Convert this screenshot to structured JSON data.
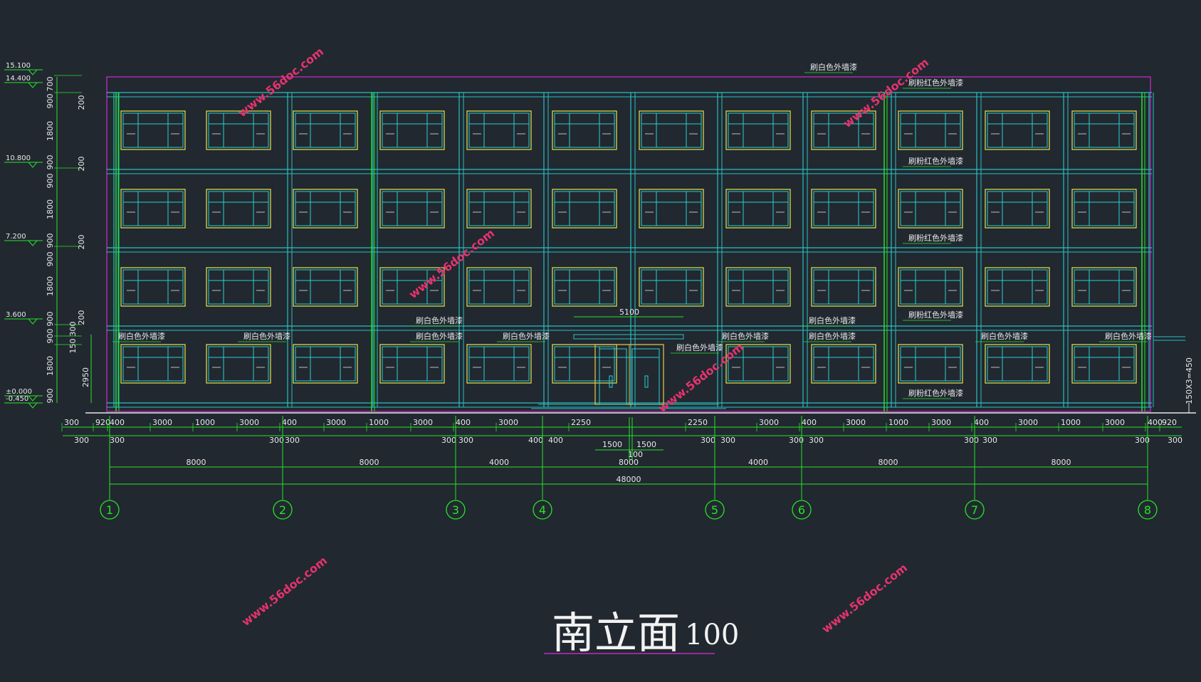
{
  "drawing": {
    "title": "南立面",
    "scale_text": "100",
    "elevations": [
      "15.100",
      "14.400",
      "10.800",
      "7.200",
      "3.600",
      "±0.000",
      "-0.450"
    ],
    "left_dims": [
      "700",
      "900",
      "1800",
      "900",
      "900",
      "1800",
      "900",
      "900",
      "1800",
      "900",
      "900",
      "1800",
      "900"
    ],
    "left_dims_small": [
      "200",
      "200",
      "200",
      "200",
      "300",
      "150",
      "2950"
    ],
    "right_dim": "150X3=450",
    "top_dims": [
      "300",
      "920",
      "400",
      "3000",
      "1000",
      "3000",
      "400",
      "3000",
      "1000",
      "3000",
      "400",
      "3000",
      "2250",
      "2250",
      "3000",
      "400",
      "3000",
      "1000",
      "3000",
      "400",
      "3000",
      "1000",
      "3000",
      "400",
      "920"
    ],
    "second_dims": [
      "300",
      "300",
      "300",
      "300",
      "300",
      "300",
      "400",
      "400",
      "300",
      "300",
      "300",
      "300",
      "300",
      "300",
      "300",
      "300"
    ],
    "door_dims": {
      "left": "1500",
      "right": "1500",
      "mid": "100",
      "canopy": "5100"
    },
    "bay_dims": [
      "8000",
      "8000",
      "4000",
      "8000",
      "4000",
      "8000",
      "8000"
    ],
    "total_dim": "48000",
    "axes": [
      "1",
      "2",
      "3",
      "4",
      "5",
      "6",
      "7",
      "8"
    ],
    "notes": {
      "white": "刷白色外墙漆",
      "pink": "刷粉红色外墙漆"
    },
    "watermark": "www.56doc.com",
    "colors": {
      "background": "#212830",
      "outline": "#c22ac2",
      "structure": "#27c0c0",
      "dims": "#27e327",
      "window_outer": "#d8d84a",
      "window_inner": "#2ad0d0",
      "door": "#e0c040",
      "watermark": "#e6336e"
    }
  }
}
